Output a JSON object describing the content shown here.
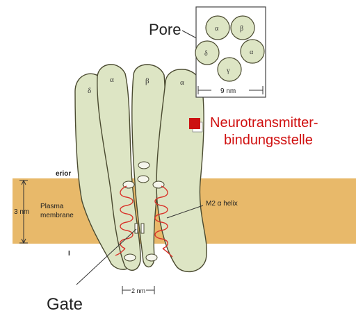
{
  "labels": {
    "pore": "Pore",
    "neuro_line1": "Neurotransmitter-",
    "neuro_line2": "bindungsstelle",
    "gate": "Gate",
    "exterior": "erior",
    "interior": "I",
    "thickness": "3 nm",
    "membrane_line1": "Plasma",
    "membrane_line2": "membrane",
    "m2_helix": "M2 α helix",
    "gate_width": "2 nm",
    "pore_width": "9 nm"
  },
  "subunits_side": [
    "δ",
    "α",
    "β",
    "α"
  ],
  "subunits_top": [
    "α",
    "β",
    "α",
    "γ",
    "δ"
  ],
  "colors": {
    "membrane": "#e8b96a",
    "subunit": "#dde5c4",
    "outline": "#4a4a30",
    "helix": "#d9342b",
    "binding_site": "#cc1111",
    "red_text": "#d01010"
  }
}
